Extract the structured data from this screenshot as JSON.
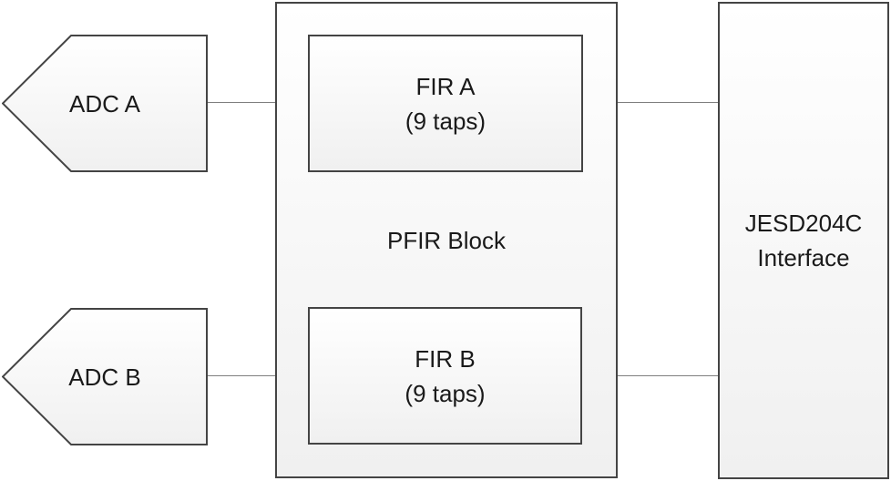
{
  "diagram": {
    "adc_a": {
      "label": "ADC A"
    },
    "adc_b": {
      "label": "ADC B"
    },
    "pfir_block": {
      "label": "PFIR Block"
    },
    "fir_a": {
      "line1": "FIR A",
      "line2": "(9 taps)"
    },
    "fir_b": {
      "line1": "FIR B",
      "line2": "(9 taps)"
    },
    "jesd": {
      "line1": "JESD204C",
      "line2": "Interface"
    }
  },
  "colors": {
    "border_color": "#444444",
    "connector_color": "#7f7f7f",
    "fill_top": "#ffffff",
    "fill_bottom": "#f0f0f0",
    "text_color": "#1a1a1a"
  }
}
